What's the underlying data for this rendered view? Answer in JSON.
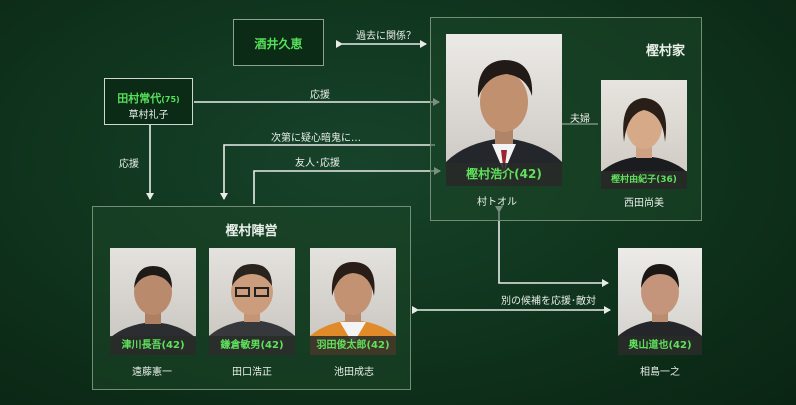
{
  "nodes": {
    "sakai": {
      "name": "酒井久恵"
    },
    "tamura": {
      "name": "田村常代",
      "age": "(75)",
      "actor": "草村礼子"
    },
    "kashimura_family": {
      "title": "樫村家"
    },
    "kashimura_camp": {
      "title": "樫村陣営"
    },
    "hiroshi": {
      "name": "樫村浩介(42)",
      "actor": "村トオル"
    },
    "yukiko": {
      "name": "樫村由紀子(36)",
      "actor": "西田尚美"
    },
    "tsumura": {
      "name": "津川長吾(42)",
      "actor": "遠藤憲一"
    },
    "kamakura": {
      "name": "鎌倉敏男(42)",
      "actor": "田口浩正"
    },
    "haneda": {
      "name": "羽田俊太郎(42)",
      "actor": "池田成志"
    },
    "okuyama": {
      "name": "奥山道也(42)",
      "actor": "相島一之"
    }
  },
  "relations": {
    "past": "過去に関係？",
    "support1": "応援",
    "support2": "応援",
    "doubt": "次第に疑心暗鬼に…",
    "friend": "友人･応援",
    "couple": "夫婦",
    "rival": "別の候補を応援･敵対"
  },
  "colors": {
    "background": "#0f331c",
    "accent": "#56e05a",
    "border": "#6f8e74"
  }
}
